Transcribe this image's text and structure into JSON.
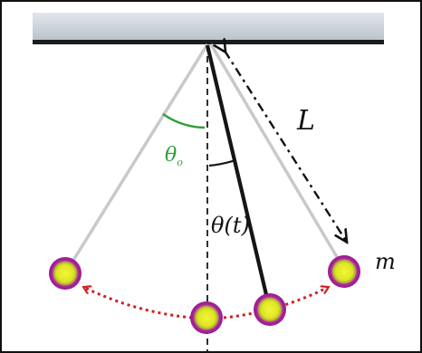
{
  "labels": {
    "length": "L",
    "amplitude_angle_symbol": "θ",
    "amplitude_angle_subscript": "o",
    "time_angle": "θ(t)",
    "mass": "m"
  },
  "colors": {
    "frame": "#111111",
    "ceiling_light": "#d4dae2",
    "ceiling_mid": "#b9c1cc",
    "ceiling_edge": "#1b1b1b",
    "string_faded": "#c8c8c8",
    "string_dark": "#151515",
    "vertical_dashed": "#1a1a1a",
    "angle_green": "#2e9e3a",
    "swing_path_red": "#d11f1f",
    "bob_core": "#e6ee2a",
    "bob_ring": "#a21a9a",
    "length_arrow": "#111111"
  }
}
